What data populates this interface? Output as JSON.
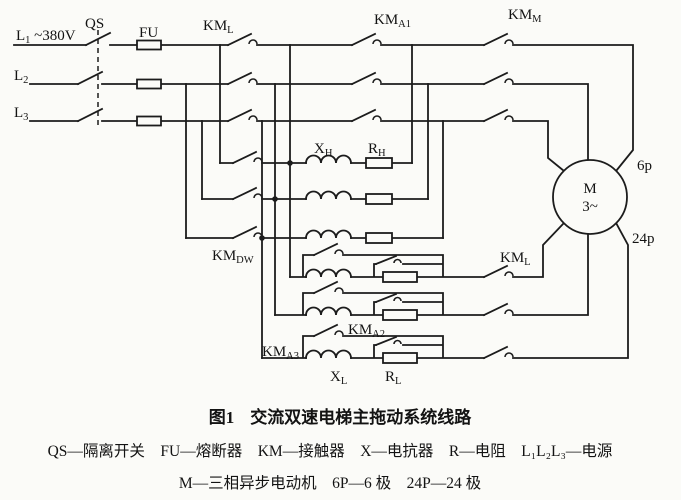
{
  "labels": {
    "l1": {
      "m": "L",
      "s": "1",
      "v": " ~380V"
    },
    "l2": {
      "m": "L",
      "s": "2"
    },
    "l3": {
      "m": "L",
      "s": "3"
    },
    "qs": "QS",
    "fu": "FU",
    "kml_top": {
      "m": "KM",
      "s": "L"
    },
    "kma1": {
      "m": "KM",
      "s": "A1"
    },
    "kmm": {
      "m": "KM",
      "s": "M"
    },
    "kmdw": {
      "m": "KM",
      "s": "DW"
    },
    "kml_bottom": {
      "m": "KM",
      "s": "L"
    },
    "kma2": {
      "m": "KM",
      "s": "A2"
    },
    "kma3": {
      "m": "KM",
      "s": "A3"
    },
    "xh": {
      "m": "X",
      "s": "H"
    },
    "rh": {
      "m": "R",
      "s": "H"
    },
    "xl": {
      "m": "X",
      "s": "L"
    },
    "rl": {
      "m": "R",
      "s": "L"
    },
    "pole_high": "6p",
    "pole_low": "24p",
    "motor_m": "M",
    "motor_phase": "3~"
  },
  "caption": {
    "figure_no": "图1",
    "title": "交流双速电梯主拖动系统线路",
    "legend1": "QS—隔离开关　FU—熔断器　KM—接触器　X—电抗器　R—电阻　L₁L₂L₃—电源",
    "legend2": "M—三相异步电动机　6P—6 极　24P—24 极"
  },
  "colors": {
    "ink": "#1c1c1c",
    "paper": "#fbfbf8"
  }
}
